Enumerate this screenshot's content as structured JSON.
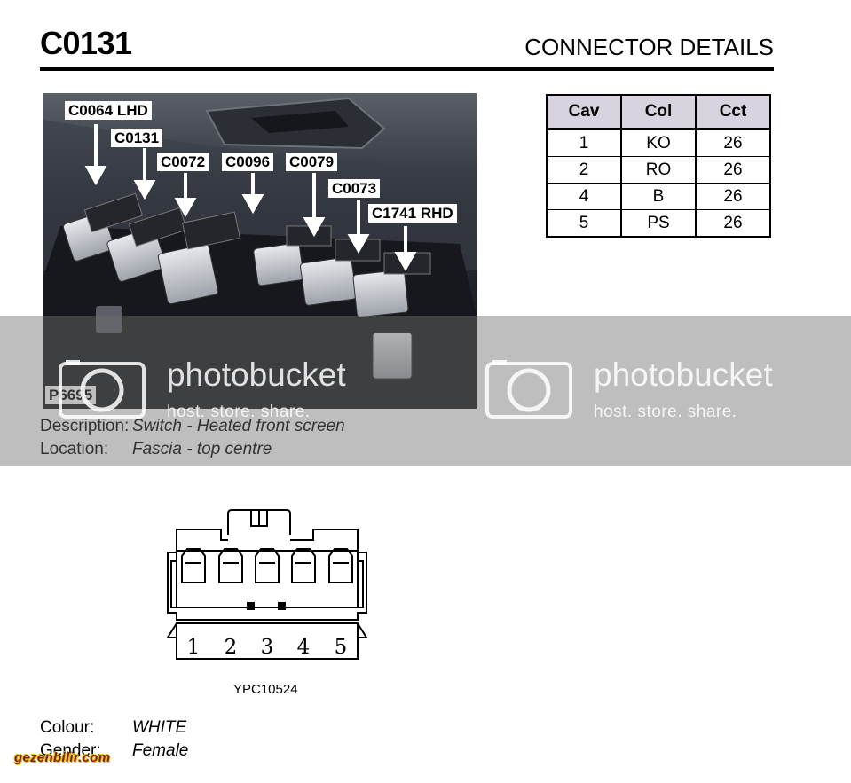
{
  "header": {
    "code": "C0131",
    "title": "CONNECTOR DETAILS"
  },
  "photo": {
    "callouts": [
      "C0064 LHD",
      "C0131",
      "C0072",
      "C0096",
      "C0079",
      "C0073",
      "C1741 RHD"
    ],
    "ref": "P6695"
  },
  "pin_table": {
    "columns": [
      "Cav",
      "Col",
      "Cct"
    ],
    "rows": [
      [
        "1",
        "KO",
        "26"
      ],
      [
        "2",
        "RO",
        "26"
      ],
      [
        "4",
        "B",
        "26"
      ],
      [
        "5",
        "PS",
        "26"
      ]
    ]
  },
  "details": {
    "description_label": "Description:",
    "description_value": "Switch - Heated front screen",
    "location_label": "Location:",
    "location_value": "Fascia - top centre",
    "colour_label": "Colour:",
    "colour_value": "WHITE",
    "gender_label": "Gender:",
    "gender_value": "Female"
  },
  "connector_drawing": {
    "pins": [
      "1",
      "2",
      "3",
      "4",
      "5"
    ],
    "drawing_id": "YPC10524"
  },
  "watermark": {
    "brand": "photobucket",
    "tagline": "host. store. share.",
    "site_badge": "gezenbilir.com"
  },
  "colors": {
    "table_header_bg": "#d9d3df",
    "rule": "#000000",
    "watermark_band": "#6e6e6e"
  }
}
